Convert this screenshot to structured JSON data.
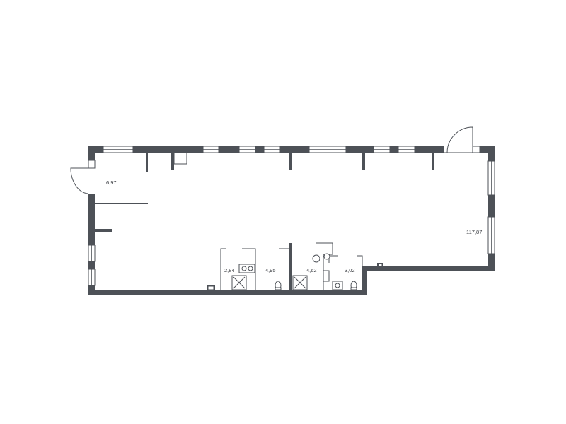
{
  "rooms": [
    {
      "id": "entrance",
      "area": "6,97"
    },
    {
      "id": "main-hall",
      "area": "117,87"
    },
    {
      "id": "shower-room-1",
      "area": "2,84"
    },
    {
      "id": "bathroom-1",
      "area": "4,95"
    },
    {
      "id": "bathroom-2",
      "area": "4,62"
    },
    {
      "id": "bathroom-3",
      "area": "3,02"
    }
  ],
  "colors": {
    "wall": "#4d5157",
    "background": "#ffffff"
  }
}
